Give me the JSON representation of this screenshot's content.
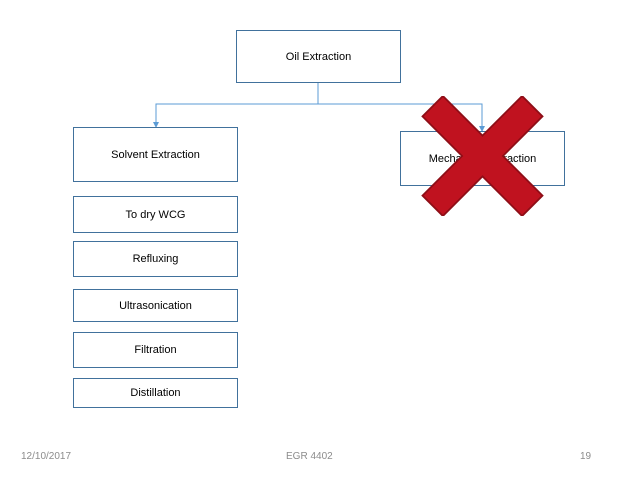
{
  "diagram": {
    "root": "Oil Extraction",
    "branches": [
      "Solvent Extraction",
      "Mechanical Extraction"
    ],
    "solvent_steps": [
      "To dry WCG",
      "Refluxing",
      "Ultrasonication",
      "Filtration",
      "Distillation"
    ]
  },
  "footer": {
    "date": "12/10/2017",
    "course": "EGR 4402",
    "page": "19"
  },
  "colors": {
    "box_border": "#41719C",
    "connector": "#5B9BD5",
    "cross_fill": "#C0121F",
    "cross_outline": "#8E0E17",
    "footer_text": "#8C8C8C"
  },
  "icons": {
    "rejection_mark": "red-x-icon"
  }
}
